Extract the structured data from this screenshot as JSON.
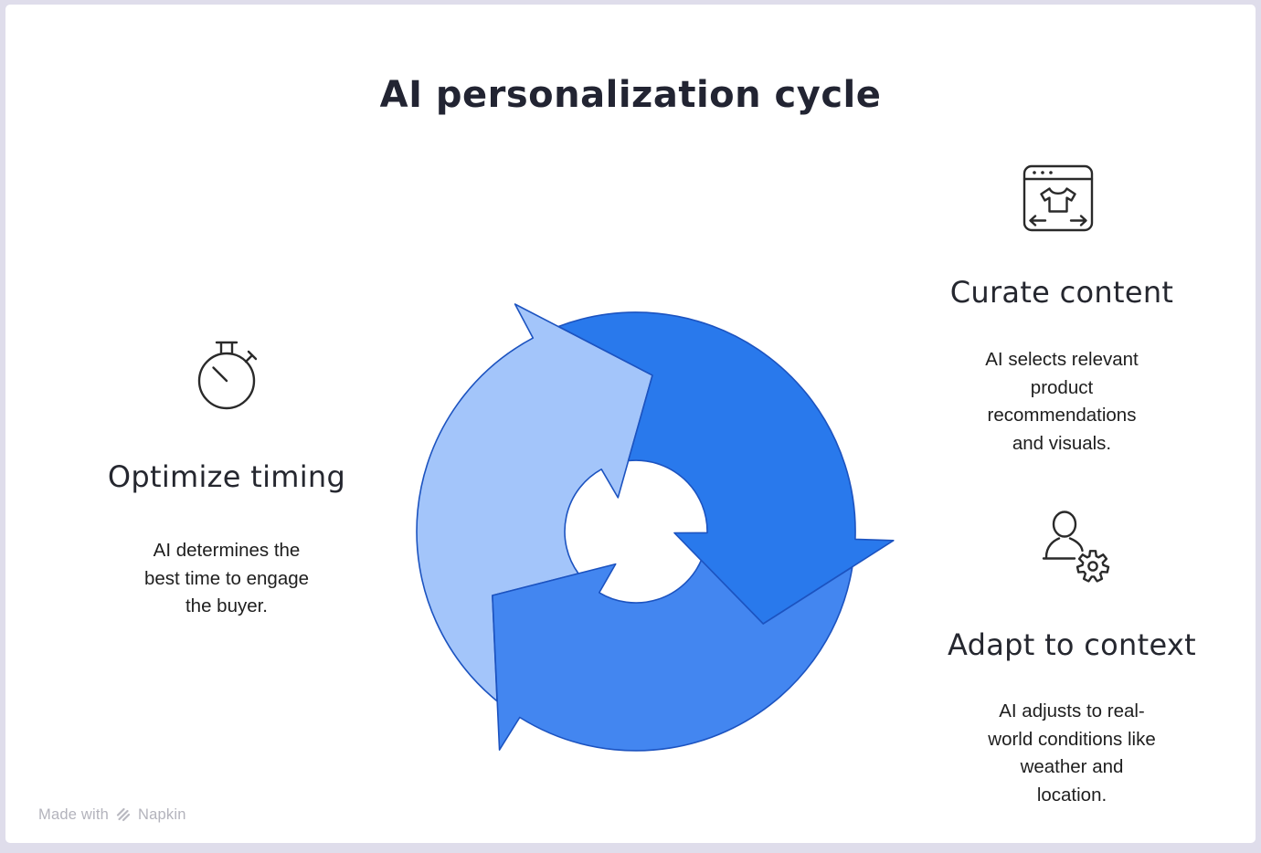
{
  "title": "AI personalization cycle",
  "sections": [
    {
      "id": "optimize-timing",
      "icon": "stopwatch-icon",
      "heading": "Optimize timing",
      "body": "AI determines the\nbest time to engage\nthe buyer."
    },
    {
      "id": "curate-content",
      "icon": "product-browser-icon",
      "heading": "Curate content",
      "body": "AI selects relevant\nproduct\nrecommendations\nand visuals."
    },
    {
      "id": "adapt-to-context",
      "icon": "user-gear-icon",
      "heading": "Adapt to context",
      "body": "AI adjusts to real-\nworld conditions like\nweather and\nlocation."
    }
  ],
  "cycle": {
    "colors": {
      "light": "#A3C5FA",
      "dark": "#2979EC",
      "medium": "#4386F0",
      "outline": "#1C53C0"
    }
  },
  "watermark": {
    "prefix": "Made with",
    "brand": "Napkin"
  }
}
